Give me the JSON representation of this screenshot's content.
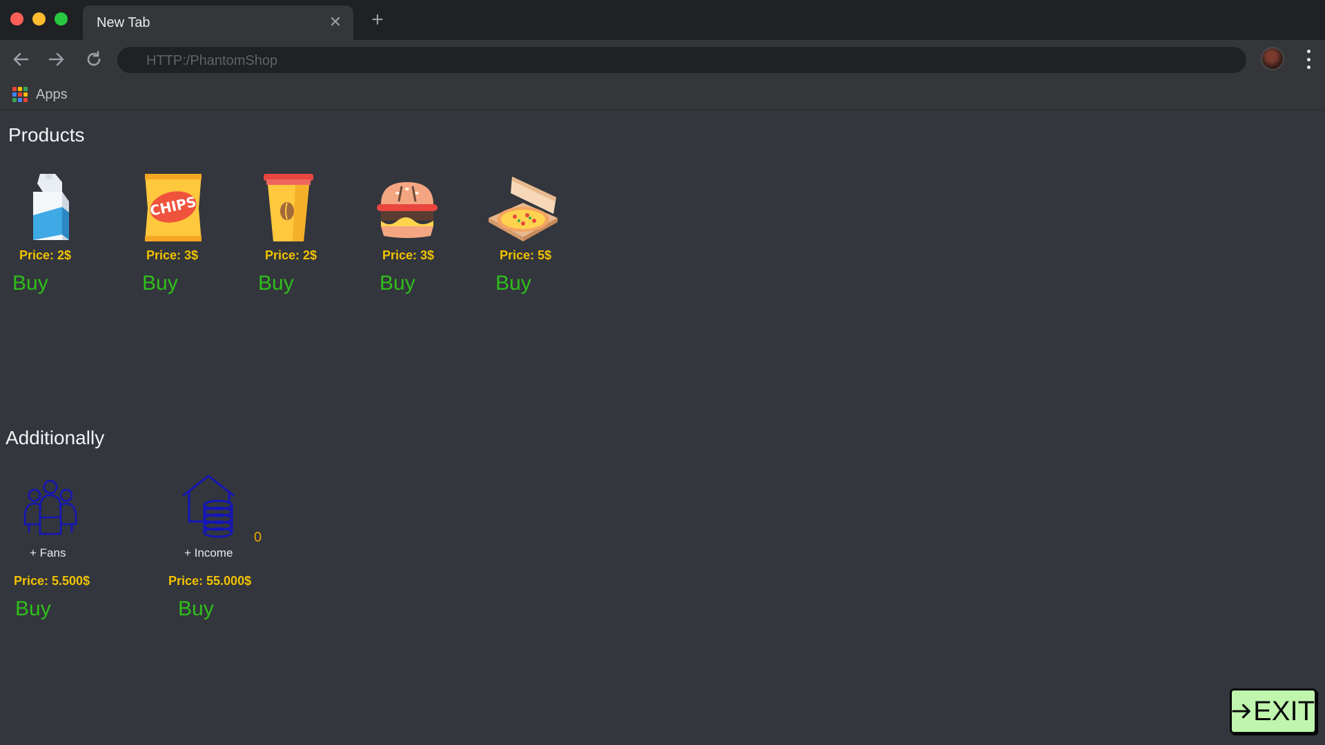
{
  "browser": {
    "tab_title": "New Tab",
    "tab_close": "✕",
    "new_tab": "+",
    "address": "HTTP:/PhantomShop",
    "bookmarks": [
      {
        "label": "Apps"
      }
    ],
    "colors": {
      "close": "#ff5f57",
      "minimize": "#febc2e",
      "maximize": "#28c840"
    }
  },
  "products": {
    "title": "Products",
    "items": [
      {
        "icon": "milk-carton-icon",
        "price": "Price: 2$",
        "buy": "Buy"
      },
      {
        "icon": "chips-bag-icon",
        "price": "Price: 3$",
        "buy": "Buy",
        "icon_text": "CHIPS"
      },
      {
        "icon": "coffee-cup-icon",
        "price": "Price: 2$",
        "buy": "Buy"
      },
      {
        "icon": "burger-icon",
        "price": "Price: 3$",
        "buy": "Buy"
      },
      {
        "icon": "pizza-box-icon",
        "price": "Price: 5$",
        "buy": "Buy"
      }
    ]
  },
  "additionally": {
    "title": "Additionally",
    "items": [
      {
        "icon": "fans-group-icon",
        "label": "+ Fans",
        "price": "Price: 5.500$",
        "buy": "Buy"
      },
      {
        "icon": "house-coins-icon",
        "label": "+ Income",
        "price": "Price: 55.000$",
        "buy": "Buy",
        "count": "0"
      }
    ]
  },
  "exit": {
    "label": "EXIT",
    "icon": "exit-arrow-icon"
  },
  "theme": {
    "price_color": "#f2c200",
    "buy_color": "#2fbf1a",
    "exit_bg": "#bff5ad",
    "page_bg": "#33363d"
  }
}
